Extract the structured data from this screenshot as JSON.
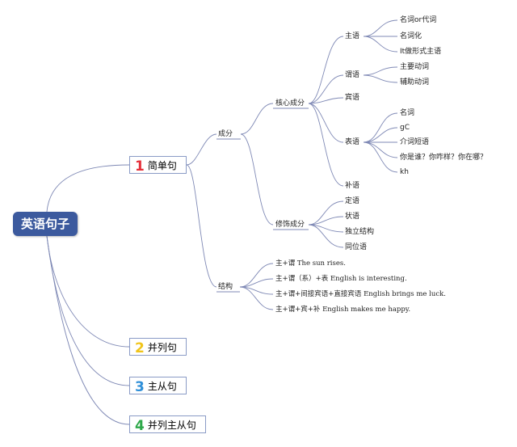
{
  "root": "英语句子",
  "branches": [
    {
      "num": "1",
      "label": "简单句",
      "color": "#e5303a"
    },
    {
      "num": "2",
      "label": "并列句",
      "color": "#f0c419"
    },
    {
      "num": "3",
      "label": "主从句",
      "color": "#2f8fd8"
    },
    {
      "num": "4",
      "label": "并列主从句",
      "color": "#2ea84a"
    }
  ],
  "simple": {
    "components": "成分",
    "core": "核心成分",
    "subject": "主语",
    "subject_items": [
      "名词or代词",
      "名词化",
      "It做形式主语"
    ],
    "predicate": "谓语",
    "predicate_items": [
      "主要动词",
      "辅助动词"
    ],
    "object": "宾语",
    "predicative": "表语",
    "predicative_items": [
      "名词",
      "gC",
      "介词短语",
      "你是谁？你咋样？你在哪？",
      "kh"
    ],
    "complement": "补语",
    "modifier": "修饰成分",
    "modifier_items": [
      "定语",
      "状语",
      "独立结构",
      "同位语"
    ],
    "structure": "结构",
    "structure_items": [
      {
        "pattern": "主+谓",
        "example": "The sun rises."
      },
      {
        "pattern": "主+谓（系）+表",
        "example": "English is interesting."
      },
      {
        "pattern": "主+谓+间接宾语+直接宾语",
        "example": "English brings me luck."
      },
      {
        "pattern": "主+谓+宾+补",
        "example": "English makes me happy."
      }
    ]
  }
}
